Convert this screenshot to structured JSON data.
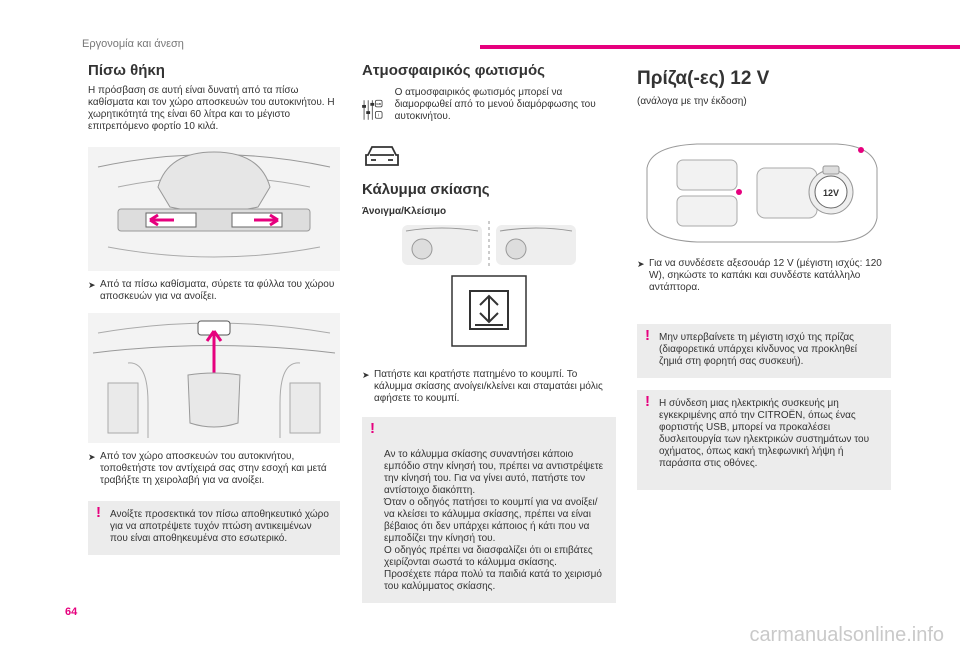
{
  "header": {
    "section": "Εργονομία και άνεση"
  },
  "colors": {
    "accent": "#e6007e"
  },
  "col1": {
    "title": "Πίσω θήκη",
    "intro": "Η πρόσβαση σε αυτή είναι δυνατή από τα πίσω καθίσματα και τον χώρο αποσκευών του αυτοκινήτου. Η χωρητικότητά της είναι 60 λίτρα και το μέγιστο επιτρεπόμενο φορτίο 10 κιλά.",
    "bullet1": "Από τα πίσω καθίσματα, σύρετε τα φύλλα του χώρου αποσκευών για να ανοίξει.",
    "bullet2": "Από τον χώρο αποσκευών του αυτοκινήτου, τοποθετήστε τον αντίχειρά σας στην εσοχή και μετά τραβήξτε τη χειρολαβή για να ανοίξει.",
    "warning": "Ανοίξτε προσεκτικά τον πίσω αποθηκευτικό χώρο για να αποτρέψετε τυχόν πτώση αντικειμένων που είναι αποθηκευμένα στο εσωτερικό."
  },
  "col2": {
    "title": "Ατμοσφαιρικός φωτισμός",
    "ambient_text": "Ο ατμοσφαιρικός φωτισμός μπορεί να διαμορφωθεί από το μενού διαμόρφωσης του αυτοκινήτου.",
    "gb_label": "GB",
    "shade_title": "Κάλυμμα σκίασης",
    "subtitle": "Άνοιγμα/Κλείσιμο",
    "bullet": "Πατήστε και κρατήστε πατημένο το κουμπί. Το κάλυμμα σκίασης ανοίγει/κλείνει και σταματάει μόλις αφήσετε το κουμπί.",
    "warning": "Αν το κάλυμμα σκίασης συναντήσει κάποιο εμπόδιο στην κίνησή του, πρέπει να αντιστρέψετε την κίνησή του. Για να γίνει αυτό, πατήστε τον αντίστοιχο διακόπτη.\nΌταν ο οδηγός πατήσει το κουμπί για να ανοίξει/να κλείσει το κάλυμμα σκίασης, πρέπει να είναι βέβαιος ότι δεν υπάρχει κάποιος ή κάτι που να εμποδίζει την κίνησή του.\nΟ οδηγός πρέπει να διασφαλίζει ότι οι επιβάτες χειρίζονται σωστά το κάλυμμα σκίασης.\nΠροσέχετε πάρα πολύ τα παιδιά κατά το χειρισμό του καλύμματος σκίασης."
  },
  "col3": {
    "title": "Πρίζα(-ες) 12 V",
    "subtitle": "(ανάλογα με την έκδοση)",
    "socket_label": "12V",
    "bullet": "Για να συνδέσετε αξεσουάρ 12 V (μέγιστη ισχύς: 120 W), σηκώστε το καπάκι και συνδέστε κατάλληλο αντάπτορα.",
    "warning1": "Μην υπερβαίνετε τη μέγιστη ισχύ της πρίζας (διαφορετικά υπάρχει κίνδυνος να προκληθεί ζημιά στη φορητή σας συσκευή).",
    "warning2": "Η σύνδεση μιας ηλεκτρικής συσκευής μη εγκεκριμένης από την CITROËN, όπως ένας φορτιστής USB, μπορεί να προκαλέσει δυσλειτουργία των ηλεκτρικών συστημάτων του οχήματος, όπως κακή τηλεφωνική λήψη ή παράσιτα στις οθόνες."
  },
  "footer": {
    "page_number": "64",
    "watermark": "carmanualsonline.info"
  }
}
